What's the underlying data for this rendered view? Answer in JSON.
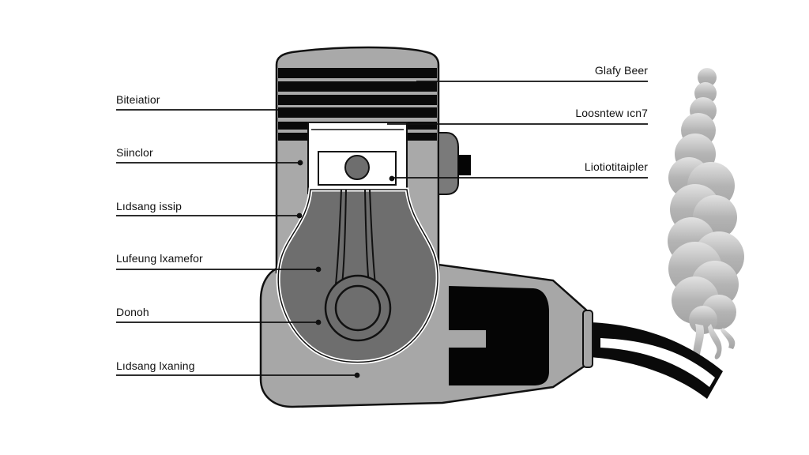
{
  "colors": {
    "background": "#ffffff",
    "housing": "#a7a7a7",
    "crankcase": "#6e6e6e",
    "outline": "#111111",
    "fins": "#0a0a0a",
    "smoke": "#a9a9a9"
  },
  "labels": {
    "left": [
      {
        "text": "Biteiatior"
      },
      {
        "text": "Siinclor"
      },
      {
        "text": "Lıdsang issip"
      },
      {
        "text": "Lufeung lxamefor"
      },
      {
        "text": "Donoh"
      },
      {
        "text": "Lıdsang lxaning"
      }
    ],
    "right": [
      {
        "text": "Glafy Beer"
      },
      {
        "text": "Loosntew ıcn7"
      },
      {
        "text": "Liotiotitaipler"
      }
    ]
  }
}
